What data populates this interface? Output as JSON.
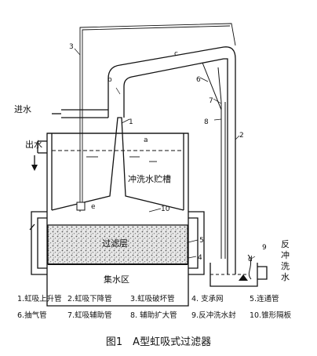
{
  "caption": "图1　A型虹吸式过滤器",
  "inlet_label": "进水",
  "outlet_label": "出水",
  "tank_label": "冲洗水贮槽",
  "filter_layer_label": "过滤层",
  "collect_label": "集水区",
  "backwash_label": [
    "反",
    "冲",
    "洗",
    "水"
  ],
  "callouts": {
    "n1": "1",
    "n2": "2",
    "n3": "3",
    "n4": "4",
    "n5": "5",
    "n6": "6",
    "n7": "7",
    "n8": "8",
    "n9": "9",
    "n10": "10",
    "a": "a",
    "b": "b",
    "c": "c",
    "d": "d",
    "e": "e"
  },
  "legend": [
    "1.虹吸上升管",
    "2.虹吸下降管",
    "3.虹吸破坏管",
    "4. 支承网",
    "5.连通管",
    "6.抽气管",
    "7.虹吸辅助管",
    "8. 辅助扩大管",
    "9.反冲洗水封",
    "10.锥形隔板"
  ]
}
